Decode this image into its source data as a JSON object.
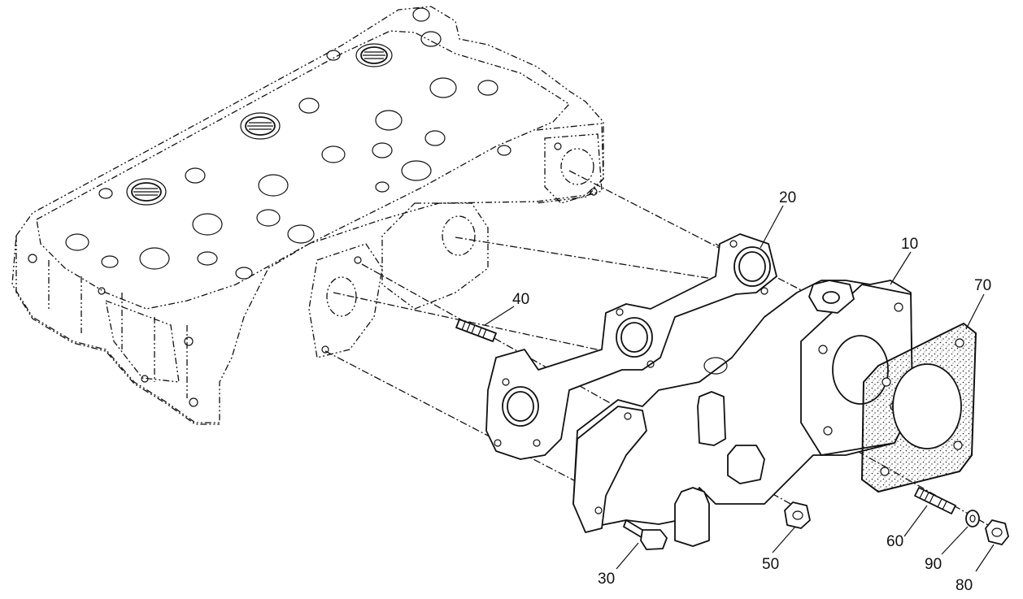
{
  "callouts": [
    {
      "id": "p10",
      "text": "10"
    },
    {
      "id": "p20",
      "text": "20"
    },
    {
      "id": "p30",
      "text": "30"
    },
    {
      "id": "p40",
      "text": "40"
    },
    {
      "id": "p50",
      "text": "50"
    },
    {
      "id": "p60",
      "text": "60"
    },
    {
      "id": "p70",
      "text": "70"
    },
    {
      "id": "p80",
      "text": "80"
    },
    {
      "id": "p90",
      "text": "90"
    }
  ],
  "colors": {
    "line": "#111111",
    "background": "#ffffff",
    "gasket_speckle": "#222222"
  }
}
